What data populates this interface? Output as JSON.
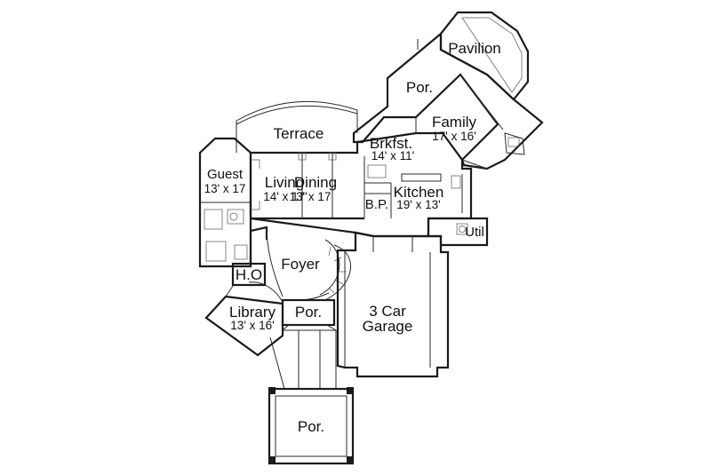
{
  "rooms": {
    "pavilion": {
      "name": "Pavilion"
    },
    "porch_rear": {
      "name": "Por."
    },
    "family": {
      "name": "Family",
      "size": "17' x 16'"
    },
    "terrace": {
      "name": "Terrace"
    },
    "breakfast": {
      "name": "Brkfst.",
      "size": "14' x 11'"
    },
    "guest": {
      "name": "Guest",
      "size": "13' x 17"
    },
    "living": {
      "name": "Living",
      "size": "14' x 17'"
    },
    "dining": {
      "name": "Dining",
      "size": "13' x 17"
    },
    "kitchen": {
      "name": "Kitchen",
      "size": "19' x 13'"
    },
    "butler_pantry": {
      "name": "B.P."
    },
    "utility": {
      "name": "Util"
    },
    "foyer": {
      "name": "Foyer"
    },
    "ho": {
      "name": "H.O"
    },
    "library": {
      "name": "Library",
      "size": "13' x 16'"
    },
    "porch_entry": {
      "name": "Por."
    },
    "garage": {
      "name": "3 Car",
      "name2": "Garage"
    },
    "porch_front": {
      "name": "Por."
    }
  }
}
